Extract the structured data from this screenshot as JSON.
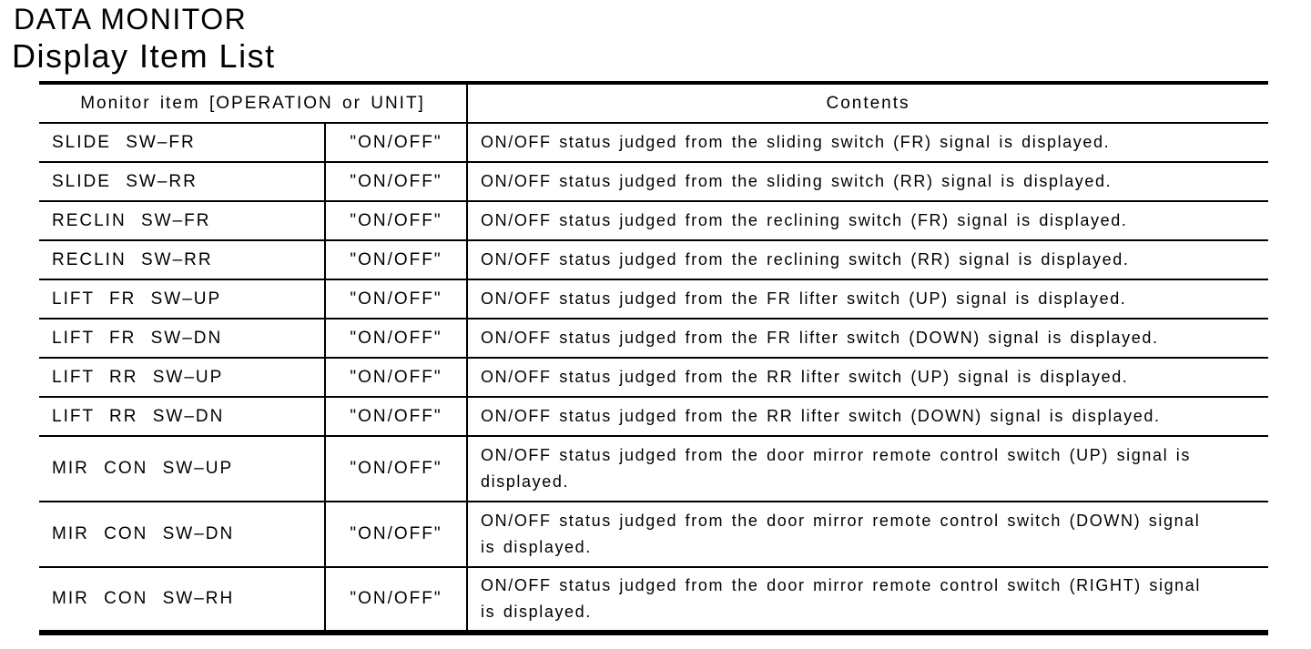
{
  "page": {
    "title": "DATA MONITOR",
    "subtitle": "Display Item List"
  },
  "table": {
    "header": {
      "monitor_item": "Monitor item [OPERATION or UNIT]",
      "contents": "Contents"
    },
    "rows": [
      {
        "item": "SLIDE SW–FR",
        "operation": "\"ON/OFF\"",
        "contents": "ON/OFF status judged from the sliding switch (FR) signal is displayed."
      },
      {
        "item": "SLIDE SW–RR",
        "operation": "\"ON/OFF\"",
        "contents": "ON/OFF status judged from the sliding switch (RR) signal is displayed."
      },
      {
        "item": "RECLIN SW–FR",
        "operation": "\"ON/OFF\"",
        "contents": "ON/OFF status judged from the reclining switch (FR) signal is displayed."
      },
      {
        "item": "RECLIN SW–RR",
        "operation": "\"ON/OFF\"",
        "contents": "ON/OFF status judged from the reclining switch (RR) signal is displayed."
      },
      {
        "item": "LIFT FR SW–UP",
        "operation": "\"ON/OFF\"",
        "contents": "ON/OFF status judged from the FR lifter switch (UP) signal is displayed."
      },
      {
        "item": "LIFT FR SW–DN",
        "operation": "\"ON/OFF\"",
        "contents": "ON/OFF status judged from the FR lifter switch (DOWN) signal is displayed."
      },
      {
        "item": "LIFT RR SW–UP",
        "operation": "\"ON/OFF\"",
        "contents": "ON/OFF status judged from the RR lifter switch (UP) signal is displayed."
      },
      {
        "item": "LIFT RR SW–DN",
        "operation": "\"ON/OFF\"",
        "contents": "ON/OFF status judged from the RR lifter switch (DOWN) signal is displayed."
      },
      {
        "item": "MIR CON SW–UP",
        "operation": "\"ON/OFF\"",
        "contents": "ON/OFF status judged from the door mirror remote control switch (UP) signal is\ndisplayed."
      },
      {
        "item": "MIR CON SW–DN",
        "operation": "\"ON/OFF\"",
        "contents": "ON/OFF status judged from the door mirror remote control switch (DOWN) signal\nis displayed."
      },
      {
        "item": "MIR CON SW–RH",
        "operation": "\"ON/OFF\"",
        "contents": "ON/OFF status judged from the door mirror remote control switch (RIGHT) signal\nis displayed."
      }
    ]
  }
}
